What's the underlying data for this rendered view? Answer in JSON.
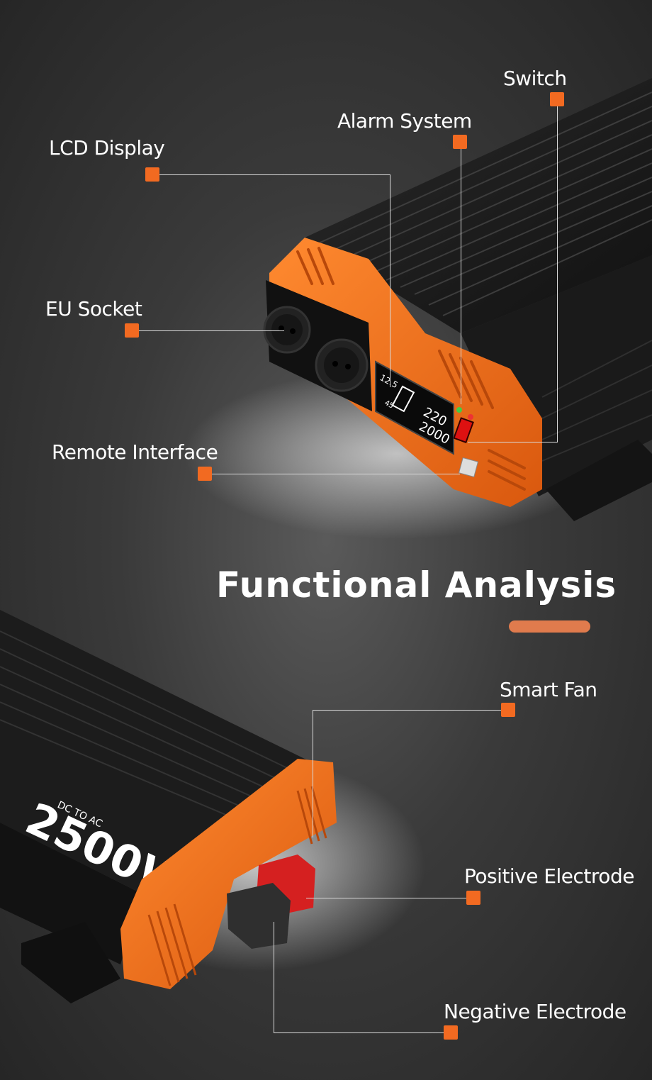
{
  "headline": "Functional Analysis",
  "colors": {
    "accent": "#f26a21",
    "pill": "#e07b4d",
    "housing": "#f07020",
    "body": "#1e1e1e"
  },
  "top_product": {
    "display_voltage": "220",
    "display_power": "2000",
    "display_input": "12.5",
    "display_temp": "45"
  },
  "bottom_product": {
    "power_label": "2500W",
    "dc_label": "DC TO AC"
  },
  "callouts": {
    "switch": "Switch",
    "alarm": "Alarm System",
    "lcd": "LCD Display",
    "socket": "EU Socket",
    "remote": "Remote Interface",
    "fan": "Smart  Fan",
    "positive": "Positive Electrode",
    "negative": "Negative Electrode"
  }
}
